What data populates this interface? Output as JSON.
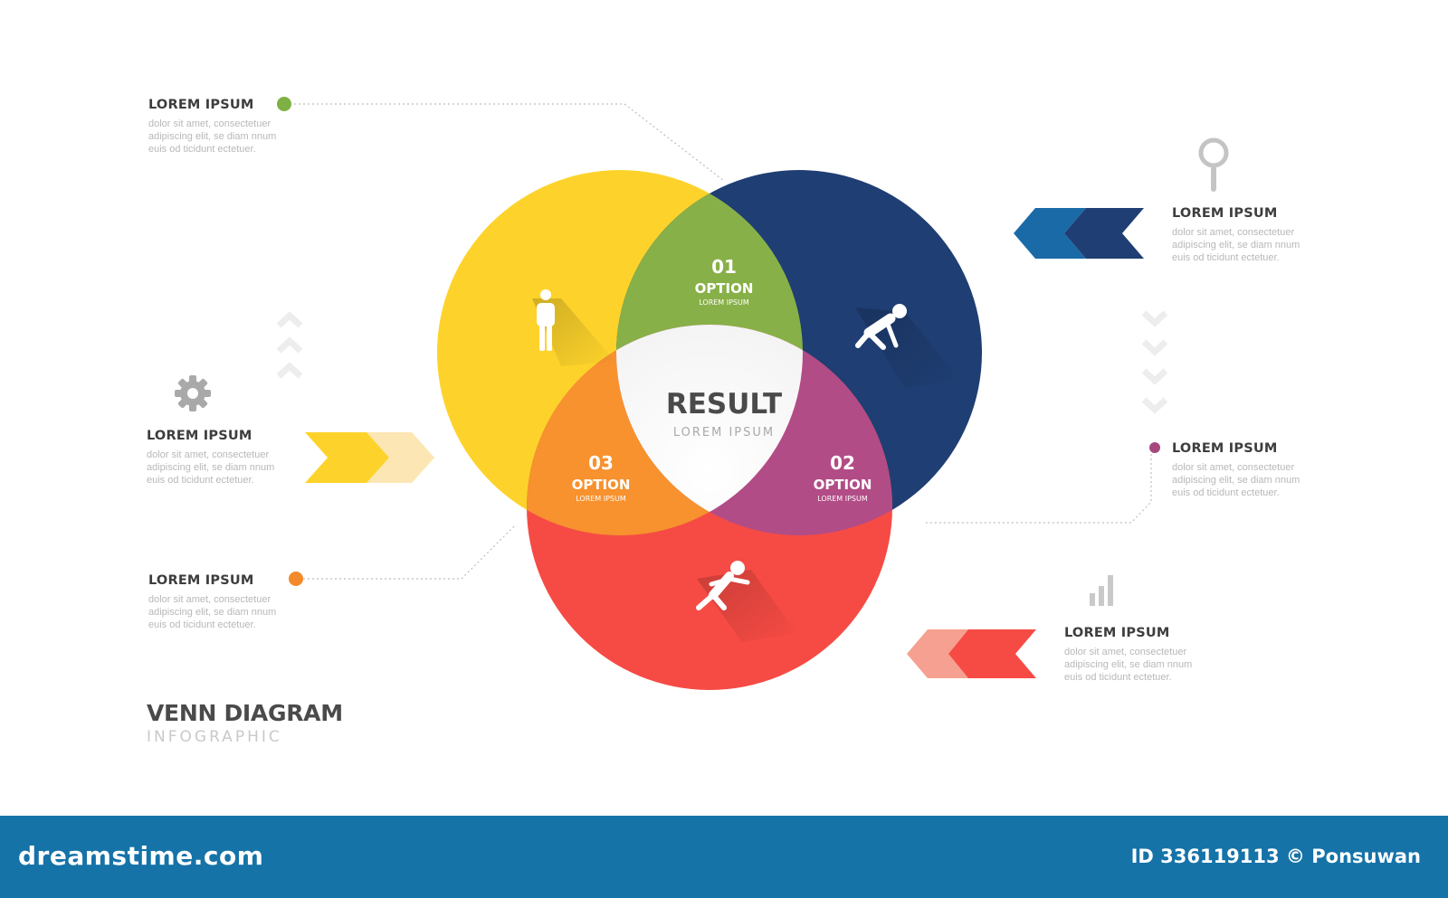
{
  "diagram": {
    "colors": {
      "yellow": "#FDD32B",
      "navy": "#1F3E73",
      "red": "#F64B44",
      "green": "#88B048",
      "orange": "#F7922E",
      "magenta": "#B24C86",
      "white_center": "#FFFFFF",
      "footer": "#1573A8"
    },
    "center": {
      "title": "RESULT",
      "subtitle": "LOREM IPSUM"
    },
    "options": [
      {
        "number": "01",
        "label": "OPTION",
        "sub": "LOREM IPSUM"
      },
      {
        "number": "02",
        "label": "OPTION",
        "sub": "LOREM IPSUM"
      },
      {
        "number": "03",
        "label": "OPTION",
        "sub": "LOREM IPSUM"
      }
    ],
    "icons": [
      "standing-person-icon",
      "crouching-person-icon",
      "running-person-icon",
      "gear-icon",
      "magnifier-icon",
      "bar-chart-icon"
    ]
  },
  "labels": [
    {
      "title": "LOREM IPSUM",
      "body": "dolor sit amet, consectetuer\nadipiscing elit, se diam nnum\neuis od ticidunt ectetuer."
    },
    {
      "title": "LOREM IPSUM",
      "body": "dolor sit amet, consectetuer\nadipiscing elit, se diam nnum\neuis od ticidunt ectetuer."
    },
    {
      "title": "LOREM IPSUM",
      "body": "dolor sit amet, consectetuer\nadipiscing elit, se diam nnum\neuis od ticidunt ectetuer."
    },
    {
      "title": "LOREM IPSUM",
      "body": "dolor sit amet, consectetuer\nadipiscing elit, se diam nnum\neuis od ticidunt ectetuer."
    },
    {
      "title": "LOREM IPSUM",
      "body": "dolor sit amet, consectetuer\nadipiscing elit, se diam nnum\neuis od ticidunt ectetuer."
    },
    {
      "title": "LOREM IPSUM",
      "body": "dolor sit amet, consectetuer\nadipiscing elit, se diam nnum\neuis od ticidunt ectetuer."
    }
  ],
  "title": {
    "main": "VENN DIAGRAM",
    "sub": "INFOGRAPHIC"
  },
  "footer": {
    "brand": "dreamstime.com",
    "id_text": "ID 336119113 © Ponsuwan"
  }
}
